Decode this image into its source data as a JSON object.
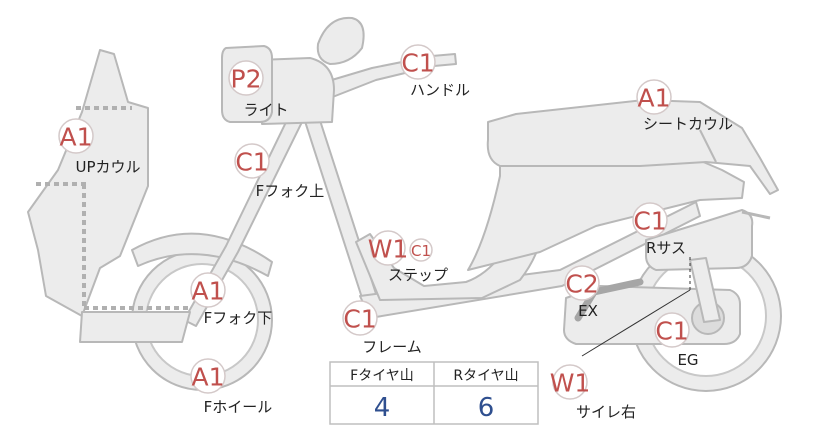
{
  "palette": {
    "part_fill": "#ececec",
    "part_stroke": "#b8b8b8",
    "grade_color": "#c0504d",
    "label_color": "#222222",
    "table_value_color": "#2f4f8f"
  },
  "parts": [
    {
      "id": "up-cowl",
      "grade": "A1",
      "label": "UPカウル"
    },
    {
      "id": "light",
      "grade": "P2",
      "label": "ライト"
    },
    {
      "id": "handle",
      "grade": "C1",
      "label": "ハンドル"
    },
    {
      "id": "seat-cowl",
      "grade": "A1",
      "label": "シートカウル"
    },
    {
      "id": "f-fork-upper",
      "grade": "C1",
      "label": "Fフォク上"
    },
    {
      "id": "step",
      "grade": "W1",
      "grade_sub": "C1",
      "label": "ステップ"
    },
    {
      "id": "r-sus",
      "grade": "C1",
      "label": "Rサス"
    },
    {
      "id": "ex",
      "grade": "C2",
      "label": "EX"
    },
    {
      "id": "f-fork-lower",
      "grade": "A1",
      "label": "Fフォク下"
    },
    {
      "id": "frame",
      "grade": "C1",
      "label": "フレーム"
    },
    {
      "id": "eg",
      "grade": "C1",
      "label": "EG"
    },
    {
      "id": "f-wheel",
      "grade": "A1",
      "label": "Fホイール"
    },
    {
      "id": "muffler-right",
      "grade": "W1",
      "label": "サイレ右"
    }
  ],
  "tire_table": {
    "headers": [
      "Fタイヤ山",
      "Rタイヤ山"
    ],
    "values": [
      "4",
      "6"
    ]
  }
}
